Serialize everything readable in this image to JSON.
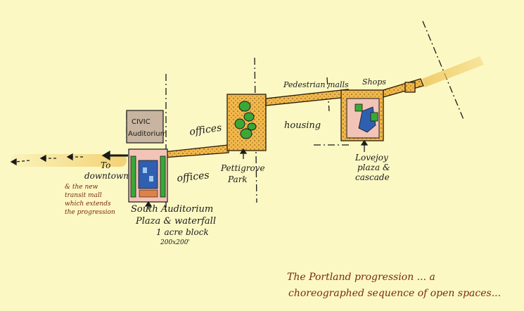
{
  "title": "The Portland progression ... a",
  "subtitle": "choreographed sequence of open spaces...",
  "labels": {
    "civic_line1": "CIVIC",
    "civic_line2": "Auditorium",
    "offices_top": "offices",
    "offices_bottom": "offices",
    "to": "To",
    "downtown": "downtown",
    "note_line1": "& the new",
    "note_line2": "transit mall",
    "note_line3": "which extends",
    "note_line4": "the progression",
    "south_line1": "South Auditorium",
    "south_line2": "Plaza & waterfall",
    "south_line3": "1 acre block",
    "south_line4": "200x200'",
    "pettigrove_line1": "Pettigrove",
    "pettigrove_line2": "Park",
    "housing": "housing",
    "pedestrian_malls": "Pedestrian malls",
    "shops": "Shops",
    "lovejoy_line1": "Lovejoy",
    "lovejoy_line2": "plaza &",
    "lovejoy_line3": "cascade"
  },
  "colors": {
    "paper": "#fbf8c4",
    "path_fill": "#f2b84a",
    "walkway": "#f0c860",
    "ink": "#1a1a1a",
    "note_ink": "#7a2a10",
    "grass": "#3aa836",
    "water": "#2f5fb0",
    "plaza_pink": "#f2c4b8",
    "civic_box": "#c8b4a0"
  }
}
